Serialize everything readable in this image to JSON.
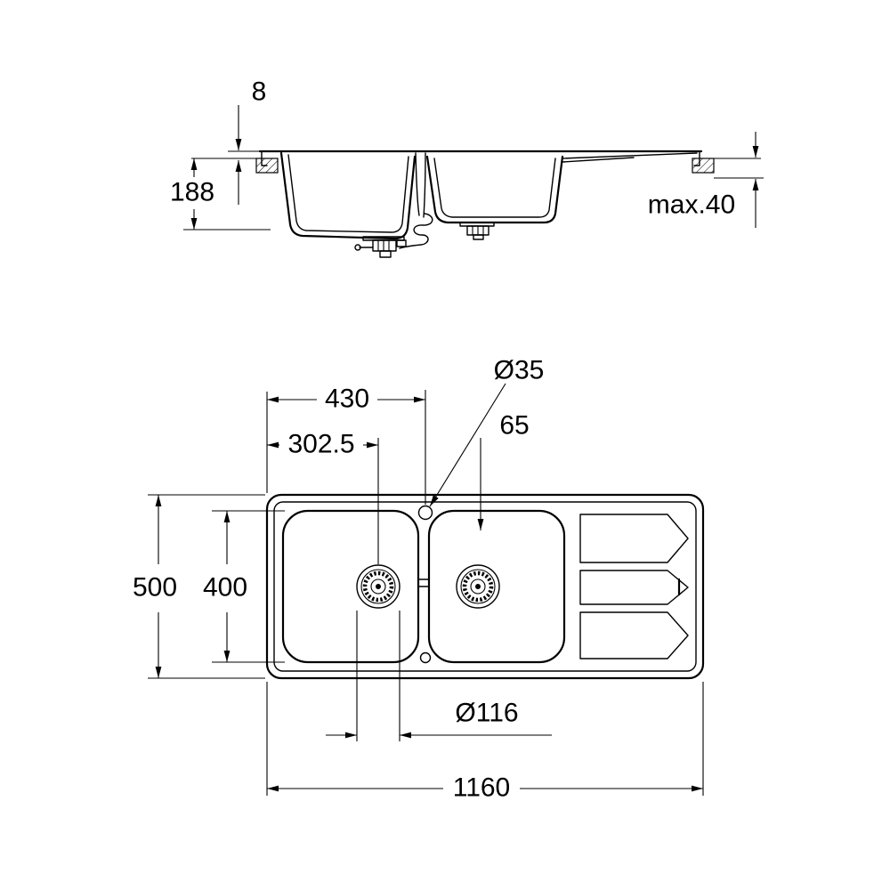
{
  "drawing": {
    "product": "double-bowl kitchen sink with drainer",
    "line_color": "#000000",
    "background": "#ffffff"
  },
  "side_view": {
    "rim_height": "8",
    "bowl_depth": "188",
    "countertop_thickness": "max.40"
  },
  "plan_view": {
    "faucet_center_offset": "430",
    "drain_center_offset": "302.5",
    "faucet_hole_diameter": "Ø35",
    "faucet_edge_distance": "65",
    "overall_width": "500",
    "bowl_width": "400",
    "drain_diameter": "Ø116",
    "overall_length": "1160"
  }
}
